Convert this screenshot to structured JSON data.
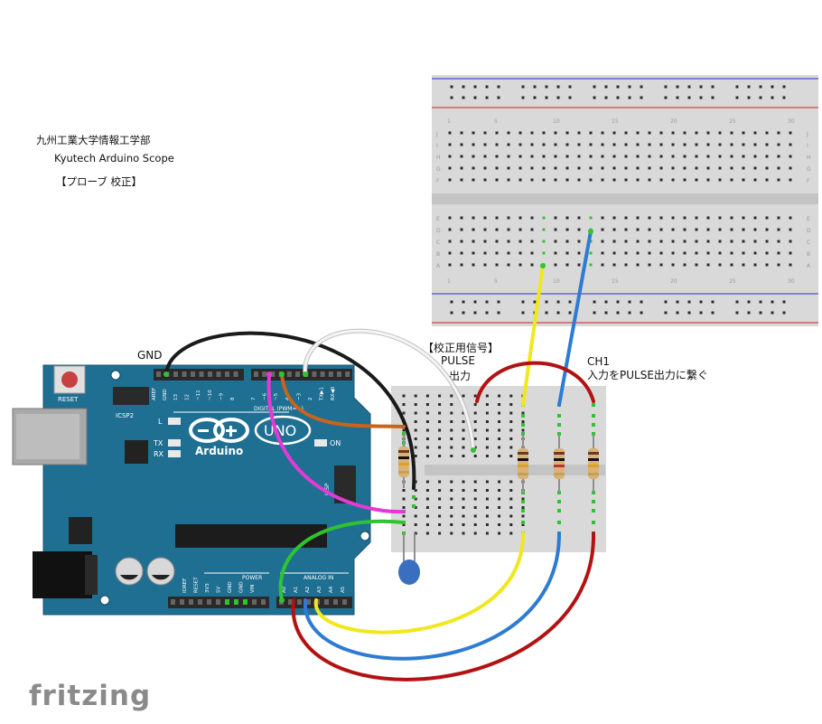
{
  "notes": {
    "university": "九州工業大学情報工学部",
    "project": "Kyutech Arduino Scope",
    "subtitle": "【プローブ 校正】"
  },
  "labels": {
    "gnd": "GND",
    "calibration_signal": "【校正用信号】",
    "pulse": "PULSE",
    "output": "出力",
    "ch1": "CH1",
    "ch1_note": "入力をPULSE出力に繋ぐ"
  },
  "arduino": {
    "reset": "RESET",
    "icsp2": "ICSP2",
    "l": "L",
    "tx": "TX",
    "rx": "RX",
    "on": "ON",
    "brand": "Arduino",
    "model": "UNO",
    "digital": "DIGITAL (PWM=~)",
    "power": "POWER",
    "analog_in": "ANALOG IN",
    "icsp": "ICSP",
    "aref": "AREF",
    "gnd_top": "GND",
    "pins_top": [
      "13",
      "12",
      "~11",
      "~10",
      "~9",
      "8",
      "7",
      "~6",
      "~5",
      "4",
      "~3",
      "2",
      "TX▶1",
      "RX◀0"
    ],
    "pins_power": [
      "IOREF",
      "RESET",
      "3V3",
      "5V",
      "GND",
      "GND",
      "VIN"
    ],
    "pins_analog": [
      "A0",
      "A1",
      "A2",
      "A3",
      "A4",
      "A5"
    ]
  },
  "breadboard": {
    "row_letters_top": [
      "J",
      "I",
      "H",
      "G",
      "F"
    ],
    "row_letters_bottom": [
      "E",
      "D",
      "C",
      "B",
      "A"
    ],
    "column_numbers": [
      "1",
      "5",
      "10",
      "15",
      "20",
      "25",
      "30"
    ]
  },
  "colors": {
    "arduino_blue": "#1f6f93",
    "wire_black": "#1a1a1a",
    "wire_white": "#e8e8e8",
    "wire_orange": "#c8651b",
    "wire_magenta": "#e33ad5",
    "wire_green": "#2fc42f",
    "wire_yellow": "#f0e81c",
    "wire_blue": "#2e7bd4",
    "wire_red": "#b31212"
  },
  "footer": {
    "logo": "fritzing"
  }
}
